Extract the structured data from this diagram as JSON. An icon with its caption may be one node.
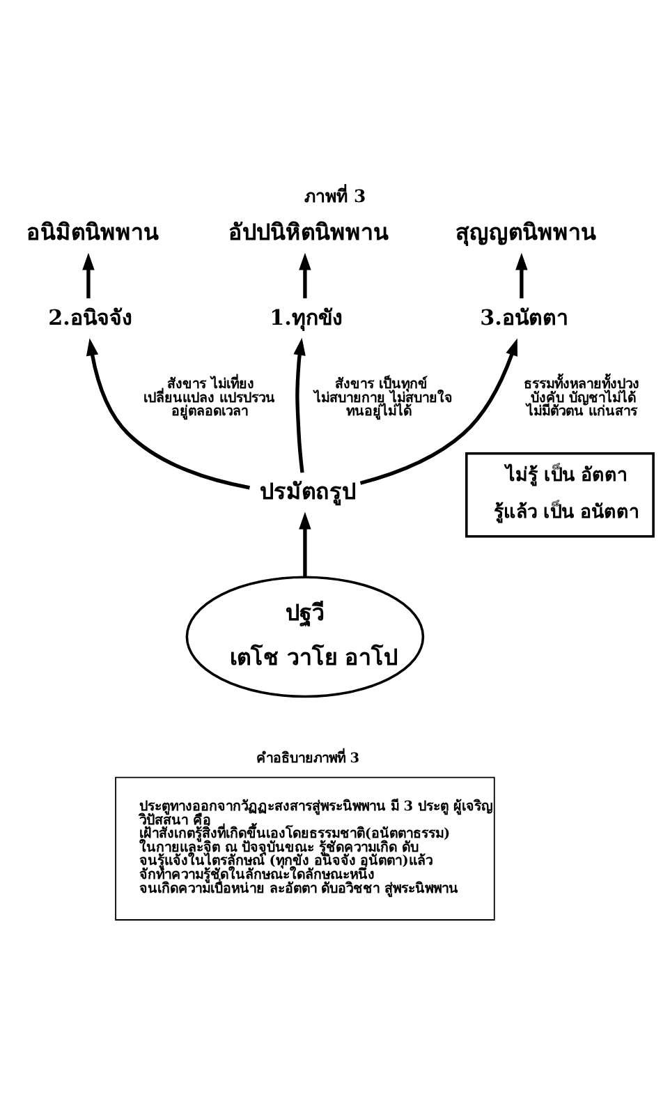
{
  "diagram": {
    "title": "ภาพที่ 3",
    "nodes": [
      {
        "text": [
          "อัปปนิหิตนิพพาน"
        ]
      },
      {
        "text": [
          "อนิมิตนิพพาน"
        ]
      },
      {
        "text": [
          "สุญญตนิพพาน"
        ]
      },
      {
        "text": [
          "1.ทุกขัง"
        ]
      },
      {
        "text": [
          "2.อนิจจัง"
        ]
      },
      {
        "text": [
          "3.อนัตตา"
        ]
      },
      {
        "text": [
          "ปรมัตถรูป"
        ]
      },
      {
        "text": [
          "ไม่รู้ เป็น อัตตา",
          "รู้แล้ว เป็น อนัตตา"
        ]
      },
      {
        "text": [
          "ปฐวี",
          "เตโช วาโย อาโป"
        ]
      },
      {
        "text": [
          "คำอธิบายภาพที่ 3",
          "ประตูทางออกจากวัฏฏะสงสารสู่พระนิพพาน มี 3 ประตู ผู้เจริญ วิปัสสนา คือ เฝ้าสังเกตรู้สิ่งที่เกิดขึ้นเองโดยธรรมชาติ(อนัตตาธรรม) ในกายและจิต ณ ปัจจุบันขณะ รู้ชัดความเกิด ดับ จนรู้แจ้งในไตรลักษณ์ (ทุกขัง อนิจจัง อนัตตา)แล้ว จักทำความรู้ชัดในลักษณะใดลักษณะหนึ่ง จนเกิดความเบื่อหน่าย ละอัตตา ดับอวิชชา สู่พระนิพพาน"
        ]
      }
    ],
    "edges": [
      {
        "from": 4,
        "to": 1,
        "arrow": "to"
      },
      {
        "from": 3,
        "to": 0,
        "arrow": "to"
      },
      {
        "from": 5,
        "to": 2,
        "arrow": "to"
      },
      {
        "from": 6,
        "to": 4,
        "arrow": "to",
        "label": "สังขาร ไม่เที่ยง เปลี่ยนแปลง แปรปรวน อยู่ตลอดเวลา"
      },
      {
        "from": 6,
        "to": 3,
        "arrow": "to",
        "label": "สังขาร เป็นทุกข์ ไม่สบายกาย ไม่สบายใจ ทนอยู่ไม่ได้"
      },
      {
        "from": 6,
        "to": 5,
        "arrow": "to",
        "label": "ธรรมทั้งหลายทั้งปวง บังคับ บัญชาไม่ได้ ไม่มีตัวตน แก่นสาร"
      },
      {
        "from": 8,
        "to": 6,
        "arrow": "to"
      }
    ]
  }
}
